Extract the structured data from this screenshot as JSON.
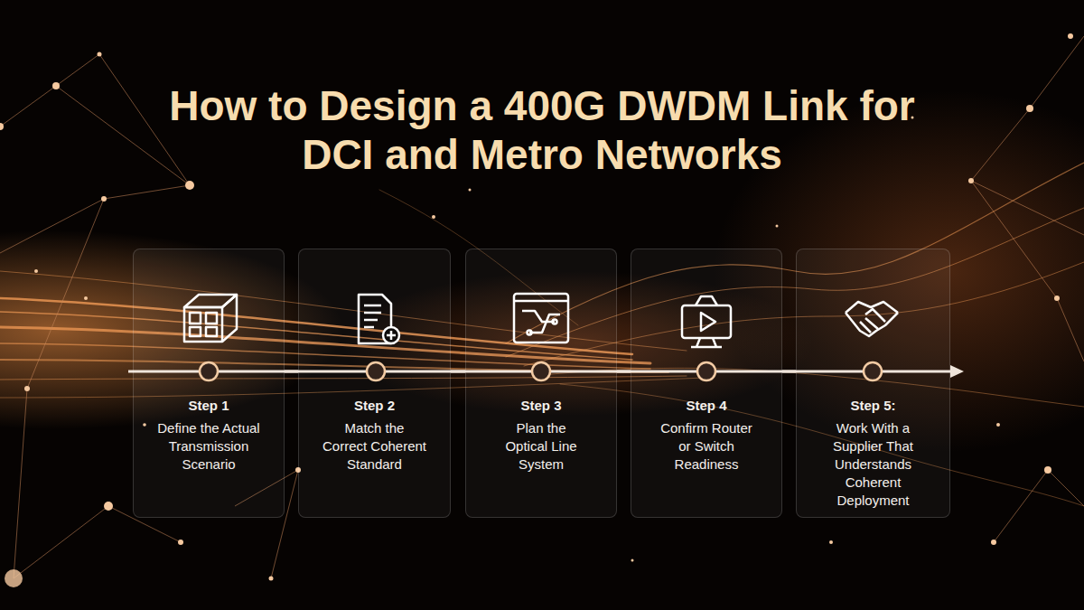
{
  "diagram": {
    "title": "How to Design a 400G DWDM Link for DCI and Metro Networks",
    "nodes": [
      {
        "text": [
          "Step 1",
          "Define the Actual Transmission Scenario"
        ]
      },
      {
        "text": [
          "Step 2",
          "Match the Correct Coherent Standard"
        ]
      },
      {
        "text": [
          "Step 3",
          "Plan the Optical Line System"
        ]
      },
      {
        "text": [
          "Step 4",
          "Confirm Router or Switch Readiness"
        ]
      },
      {
        "text": [
          "Step 5:",
          "Work With a Supplier That Understands Coherent Deployment"
        ]
      }
    ],
    "edges": [
      {
        "from": 0,
        "to": 1,
        "arrow": "none"
      },
      {
        "from": 1,
        "to": 2,
        "arrow": "none"
      },
      {
        "from": 2,
        "to": 3,
        "arrow": "none"
      },
      {
        "from": 3,
        "to": 4,
        "arrow": "none"
      }
    ]
  }
}
